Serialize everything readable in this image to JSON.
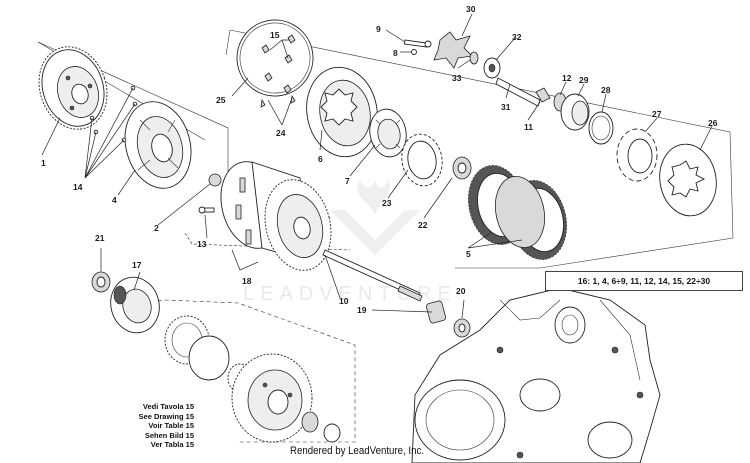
{
  "labels": {
    "p1": "1",
    "p2": "2",
    "p4": "4",
    "p5": "5",
    "p6": "6",
    "p7": "7",
    "p8": "8",
    "p9": "9",
    "p10": "10",
    "p11": "11",
    "p12": "12",
    "p13": "13",
    "p14": "14",
    "p15": "15",
    "p17": "17",
    "p18": "18",
    "p19": "19",
    "p20": "20",
    "p21": "21",
    "p22": "22",
    "p23": "23",
    "p24": "24",
    "p25": "25",
    "p26": "26",
    "p27": "27",
    "p28": "28",
    "p29": "29",
    "p30": "30",
    "p31": "31",
    "p32": "32",
    "p33": "33"
  },
  "note": "16: 1, 4, 6÷9, 11, 12, 14, 15, 22÷30",
  "reference": {
    "line1": "Vedi Tavola 15",
    "line2": "See Drawing 15",
    "line3": "Voir Table 15",
    "line4": "Sehen Bild 15",
    "line5": "Ver Tabla 15"
  },
  "watermark": "LEADVENTURE",
  "credit": "Rendered by LeadVenture, Inc."
}
